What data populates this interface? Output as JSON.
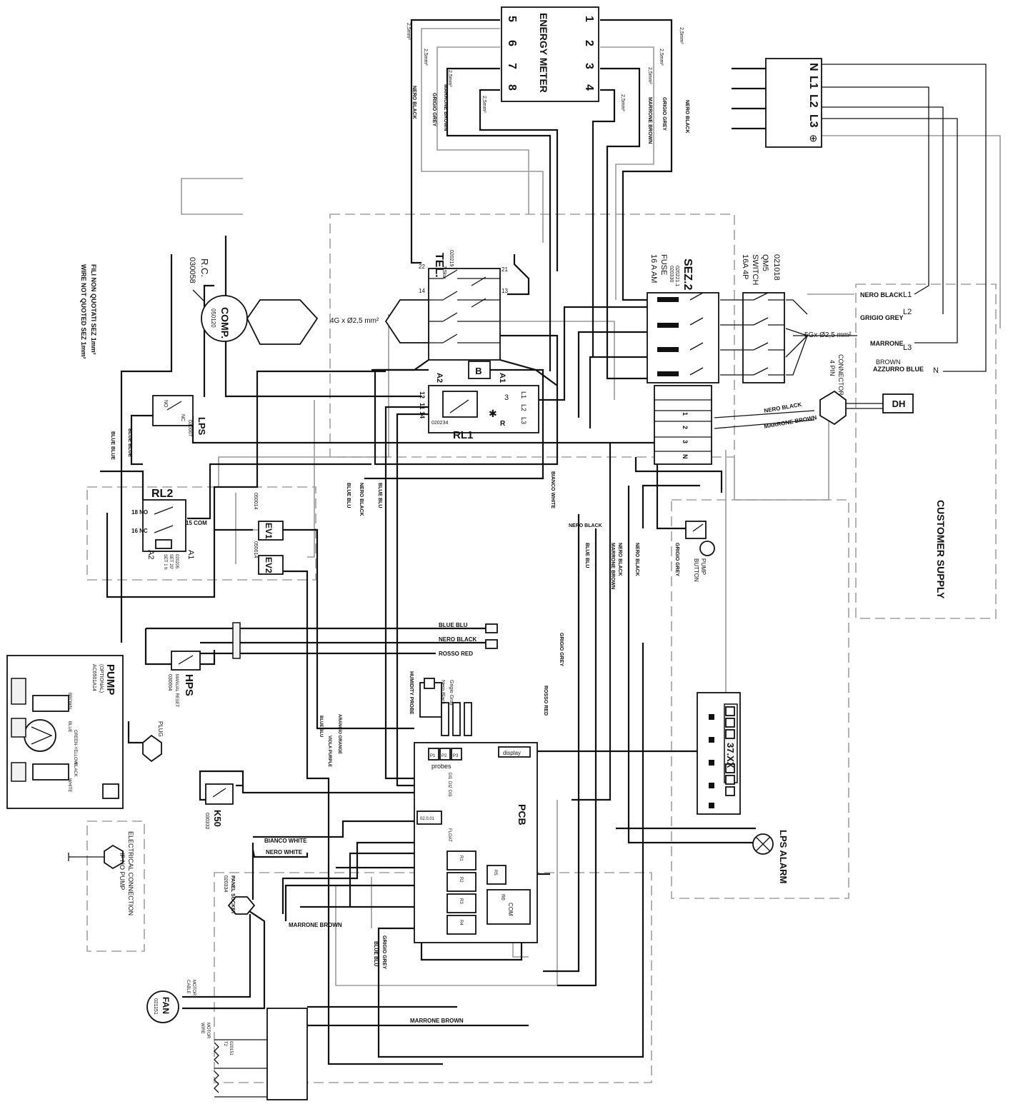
{
  "energy_meter": {
    "name": "ENERGY METER",
    "t1": "1",
    "t2": "2",
    "t3": "3",
    "t4": "4",
    "t5": "5",
    "t6": "6",
    "t7": "7",
    "t8": "8"
  },
  "wire_sizes": {
    "s1": "2,5mm²",
    "s2": "2,5mm²",
    "s3": "2,5mm²",
    "s4": "2,5mm²",
    "s5": "2,5mm²",
    "s6": "2,5mm²",
    "s7": "2,5mm²",
    "s8": "2,5mm²"
  },
  "wire_colors": {
    "nero_black_1": "NERO BLACK",
    "marrone_brown_1": "MARRONE BROWN",
    "grigio_grey_1": "GRIGIO GREY",
    "nero_black_2": "NERO BLACK",
    "grigio_grey_2": "GRIGIO GREY",
    "marrone_brown_2": "MARRONE BROWN",
    "blue_blue_1": "BLUE BLUE",
    "blue_blue_2": "BLUE BLUE",
    "bianco_white_1": "BIANCO WHITE",
    "blue_blu_1": "BLUE BLU",
    "nero_black_3": "NERO BLACK",
    "blue_blu_2": "BLUE BLU",
    "nero_black_4": "NERO BLACK",
    "blue_blu_3": "BLUE BLU",
    "nero_black_5": "NERO BLACK",
    "marrone_brown_3": "MARRONE BROWN",
    "nero_black_6": "NERO BLACK",
    "grigio_grey_3": "GRIGIO GREY",
    "grigio_grey_4": "GRIGIO GREY",
    "rosso_red_1": "ROSSO RED",
    "blue_blu_4": "BLUE BLU",
    "nero_black_7": "NERO BLACK",
    "rosso_red_2": "ROSSO RED",
    "bianco_white_2": "BIANCO WHITE",
    "nero_white": "NERO WHITE",
    "marrone_brown_4": "MARRONE BROWN",
    "blue_blu_5": "BLUE BLU",
    "grigio_grey_5": "GRIGIO GREY",
    "marrone_brown_5": "MARRONE BROWN",
    "viola_purple": "VIOLA PURPLE",
    "arancio_orange": "ARANCIO ORANGE",
    "blue_blu_6": "BLUE BLU",
    "nero_black_c": "NERO BLACK",
    "marrone_brown_c": "MARRONE BROWN"
  },
  "plug": {
    "n": "N",
    "l1": "L1",
    "l2": "L2",
    "l3": "L3",
    "pe": "⊕"
  },
  "customer_supply": {
    "title": "CUSTOMER SUPPLY",
    "nero_black": "NERO BLACK",
    "l1": "L1",
    "grigio_grey": "GRIGIO GREY",
    "l2": "L2",
    "marrone": "MARRONE",
    "brown": "BROWN",
    "l3": "L3",
    "azzurro_blue": "AZZURRO BLUE",
    "n": "N"
  },
  "switch_qm5": {
    "code": "021018",
    "name": "QM5",
    "kind": "SWITCH",
    "rating": "16A 4P"
  },
  "sez2": {
    "name": "SEZ.2",
    "code1": "020221.1",
    "code2": "020330",
    "fuse": "FUSE",
    "fuse_rating": "16 A AM"
  },
  "cable_5g": "5Gx Ø2,5 mm²",
  "cable_4g": "4G x Ø2,5 mm²",
  "connector": {
    "line1": "CONNECTOR",
    "line2": "4 PIN"
  },
  "dh": "DH",
  "terminal": {
    "t1": "1",
    "t2": "2",
    "t3": "3",
    "tn": "N"
  },
  "tel": {
    "name": "TEL.",
    "rating": "7,5kw",
    "code": "020219",
    "p22": "22",
    "p21": "21",
    "p14": "14",
    "p13": "13",
    "a2": "A2",
    "a1": "A1",
    "b": "B"
  },
  "rl1": {
    "name": "RL1",
    "code": "020234",
    "l1": "L1",
    "l2": "L2",
    "l3": "L3",
    "r": "R",
    "c12": "12",
    "c11": "11",
    "c14": "14",
    "n3": "3"
  },
  "comp": {
    "name": "COMP.",
    "code": "050120"
  },
  "rc": {
    "name": "R.C.",
    "code": "030058"
  },
  "lps": {
    "name": "LPS",
    "code": "030007",
    "no": "NO",
    "nc": "NC"
  },
  "note": {
    "line1": "FILI NON QUOTATI SEZ 1mm²",
    "line2": "WIRE NOT QUOTED SEZ 1mm²"
  },
  "rl2": {
    "name": "RL2",
    "no": "18 NO",
    "nc": "16 NC",
    "com": "15 COM",
    "a1": "A1",
    "a2": "A2",
    "code1": "020205",
    "code2": "SET 20'",
    "code3": "SET 1 h"
  },
  "ev": {
    "ev1": "EV1",
    "ev2": "EV2",
    "code1": "050014",
    "code2": "050014"
  },
  "pump_button": {
    "name": "PUMP",
    "name2": "BUTTON"
  },
  "pump": {
    "title": "PUMP",
    "opt": "(OPTIONAL)",
    "code": "AC6501A14",
    "brown": "BROWN",
    "blue": "BLUE",
    "gy": "GREEN-YELLOW",
    "black": "BLACK",
    "white": "WHITE",
    "plug": "PLUG"
  },
  "hps": {
    "name": "HPS",
    "reset": "MANUAL RESET",
    "code": "030004"
  },
  "probes": {
    "humidity": "HUMIDITY PROBE",
    "nero": "Nero Black",
    "grigio": "Grigio Gray",
    "p1": "P1",
    "p2": "P2",
    "p3": "P3",
    "label": "probes",
    "display": "display"
  },
  "pcb": {
    "name": "PCB",
    "di1": "DI1",
    "di2": "DI2",
    "di3": "DI3",
    "float": "FLOAT",
    "r1": "R1",
    "r2": "R2",
    "r3": "R3",
    "r4": "R4",
    "r5": "R5",
    "r6": "R6",
    "com": "COM",
    "code": "02.0.01"
  },
  "display": {
    "value": "37.XX"
  },
  "k50": {
    "name": "K50",
    "code": "030332"
  },
  "lps_alarm": "LPS ALARM",
  "no_pump": {
    "line1": "ELECTRICAL CONNECTION",
    "line2": "IF NO PUMP"
  },
  "panel_socket": {
    "name": "PANEL SOCKET",
    "code": "020334"
  },
  "fan": {
    "name": "FAN",
    "code": "021151",
    "c1": "MOTOR",
    "c2": "CABLE",
    "c3": "MOTOR",
    "c4": "WIRE",
    "t1": "020151",
    "t2": "T2"
  }
}
